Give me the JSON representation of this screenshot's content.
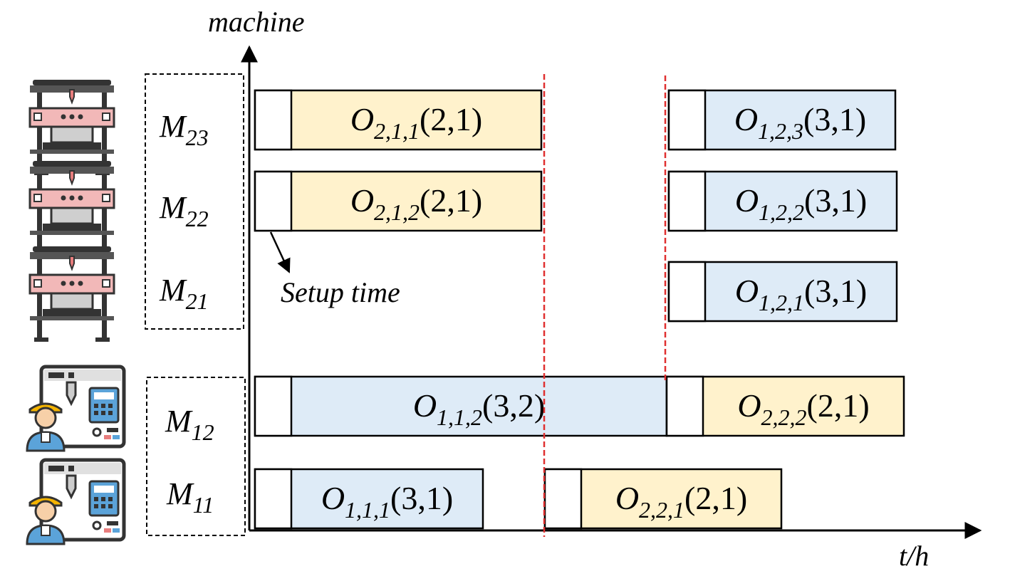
{
  "axes": {
    "y_label": "machine",
    "x_label": "t/h"
  },
  "annotation": {
    "setup_time_label": "Setup time"
  },
  "colors": {
    "yellow_fill": "#FFF2CC",
    "blue_fill": "#DEEBF7",
    "setup_fill": "#FFFFFF",
    "block_border": "#000000",
    "divider_line": "#E03030",
    "machine_frame": "#333333",
    "press_accent": "#E87D7D",
    "press_body": "#F2B8B8",
    "cnc_screen": "#5BA3D9",
    "worker_helmet": "#F5B400",
    "worker_shirt": "#5BA3D9"
  },
  "machine_groups": [
    {
      "group": "press",
      "icon": "press-machine-icon",
      "machines": [
        {
          "main": "M",
          "sub": "23"
        },
        {
          "main": "M",
          "sub": "22"
        },
        {
          "main": "M",
          "sub": "21"
        }
      ]
    },
    {
      "group": "cnc",
      "icon": "cnc-worker-icon",
      "machines": [
        {
          "main": "M",
          "sub": "12"
        },
        {
          "main": "M",
          "sub": "11"
        }
      ]
    }
  ],
  "operations": [
    {
      "machine": "M23",
      "main": "O",
      "sub": "2,1,1",
      "params": "(2,1)",
      "color": "yellow"
    },
    {
      "machine": "M23",
      "main": "O",
      "sub": "1,2,3",
      "params": "(3,1)",
      "color": "blue"
    },
    {
      "machine": "M22",
      "main": "O",
      "sub": "2,1,2",
      "params": "(2,1)",
      "color": "yellow"
    },
    {
      "machine": "M22",
      "main": "O",
      "sub": "1,2,2",
      "params": "(3,1)",
      "color": "blue"
    },
    {
      "machine": "M21",
      "main": "O",
      "sub": "1,2,1",
      "params": "(3,1)",
      "color": "blue"
    },
    {
      "machine": "M12",
      "main": "O",
      "sub": "1,1,2",
      "params": "(3,2)",
      "color": "blue"
    },
    {
      "machine": "M12",
      "main": "O",
      "sub": "2,2,2",
      "params": "(2,1)",
      "color": "yellow"
    },
    {
      "machine": "M11",
      "main": "O",
      "sub": "1,1,1",
      "params": "(3,1)",
      "color": "blue"
    },
    {
      "machine": "M11",
      "main": "O",
      "sub": "2,2,1",
      "params": "(2,1)",
      "color": "yellow"
    }
  ]
}
